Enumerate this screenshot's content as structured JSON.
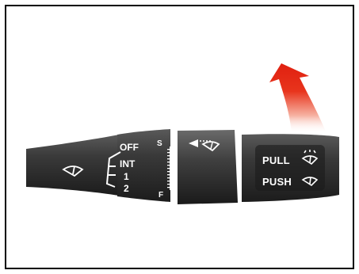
{
  "stalk": {
    "positions": [
      "OFF",
      "INT",
      "1",
      "2"
    ],
    "sensitivity": {
      "slow": "S",
      "fast": "F"
    },
    "knob": {
      "pull_label": "PULL",
      "push_label": "PUSH"
    }
  },
  "icons": {
    "front_wiper": "wiper-icon",
    "rear_wiper": "rear-wiper-icon",
    "washer": "washer-icon",
    "arrow": "curved-arrow-icon"
  },
  "colors": {
    "stalk_body": "#2b2b2b",
    "arrow": "#e8341c",
    "label": "#ffffff",
    "border": "#000000"
  }
}
